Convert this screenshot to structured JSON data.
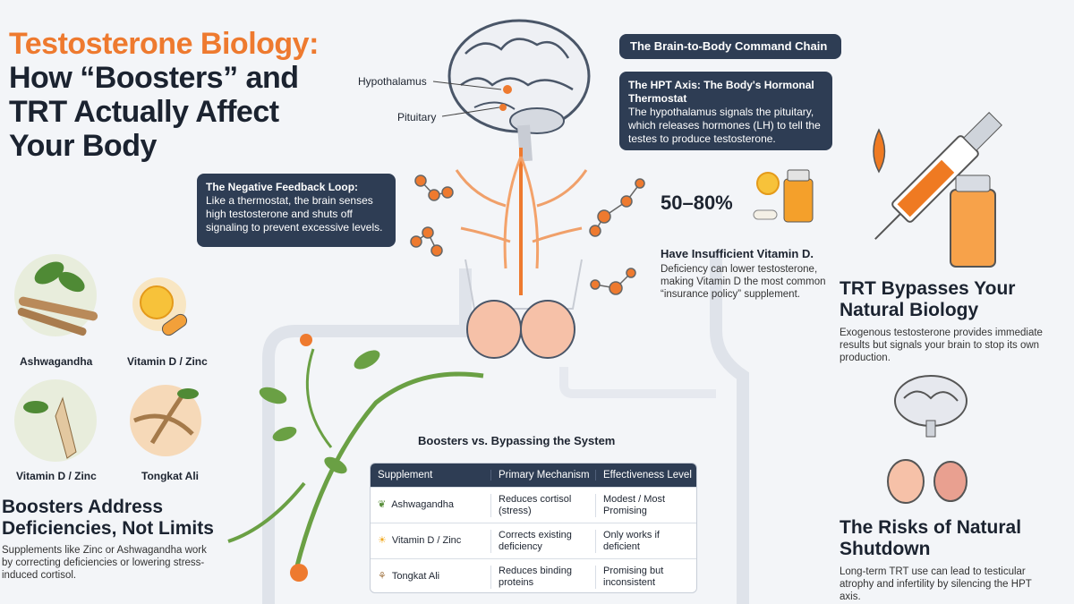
{
  "title": {
    "line1": "Testosterone Biology:",
    "line2": "How “Boosters” and TRT Actually Affect Your Body"
  },
  "brain_labels": {
    "hypothalamus": "Hypothalamus",
    "pituitary": "Pituitary"
  },
  "callouts": {
    "command_chain": "The Brain-to-Body Command Chain",
    "hpt_title": "The HPT Axis: The Body's Hormonal Thermostat",
    "hpt_body": "The hypothalamus signals the pituitary, which releases hormones (LH) to tell the testes to produce testosterone.",
    "feedback_title": "The Negative Feedback Loop:",
    "feedback_body": "Like a thermostat, the brain senses high testosterone and shuts off signaling to prevent excessive levels."
  },
  "vitamin_d": {
    "stat": "50–80%",
    "heading": "Have Insufficient Vitamin D.",
    "body": "Deficiency can lower testosterone, making Vitamin D the most common “insurance policy” supplement."
  },
  "trt": {
    "heading": "TRT Bypasses Your Natural Biology",
    "body": "Exogenous testosterone provides immediate results but signals your brain to stop its own production."
  },
  "risks": {
    "heading": "The Risks of Natural Shutdown",
    "body": "Long-term TRT use can lead to testicular atrophy and infertility by silencing the HPT axis."
  },
  "herbs": [
    {
      "label": "Ashwagandha",
      "icon": "ashwagandha-root-icon"
    },
    {
      "label": "Vitamin D / Zinc",
      "icon": "sun-pill-icon"
    },
    {
      "label": "Vitamin D / Zinc",
      "icon": "ginseng-root-icon"
    },
    {
      "label": "Tongkat Ali",
      "icon": "tongkat-root-icon"
    }
  ],
  "boosters": {
    "heading": "Boosters Address Deficiencies, Not Limits",
    "body": "Supplements like Zinc or Ashwagandha work by correcting deficiencies or lowering stress-induced cortisol."
  },
  "table": {
    "title": "Boosters vs. Bypassing the System",
    "headers": [
      "Supplement",
      "Primary Mechanism",
      "Effectiveness Level"
    ],
    "rows": [
      [
        "Ashwagandha",
        "Reduces cortisol (stress)",
        "Modest / Most Promising"
      ],
      [
        "Vitamin D / Zinc",
        "Corrects existing deficiency",
        "Only works if deficient"
      ],
      [
        "Tongkat Ali",
        "Reduces binding proteins",
        "Promising but inconsistent"
      ]
    ]
  },
  "colors": {
    "orange": "#ee7a2f",
    "navy": "#2e3d54",
    "green": "#5a8f3c"
  }
}
